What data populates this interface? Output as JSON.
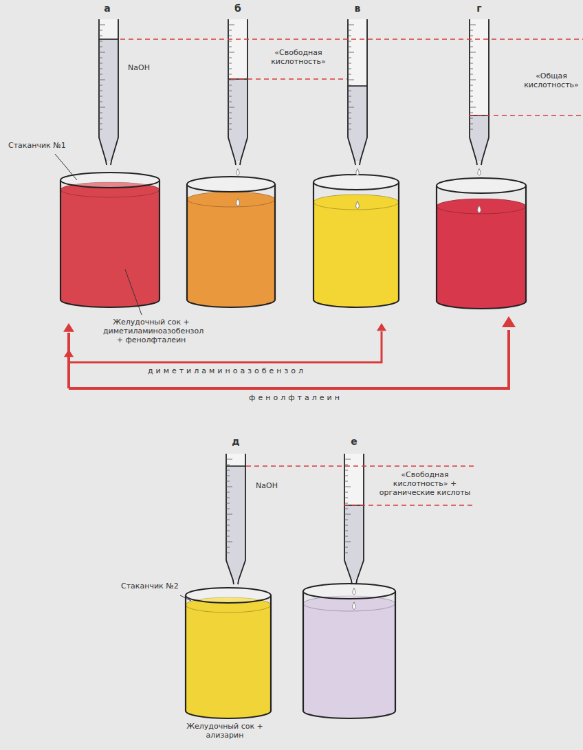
{
  "diagram": {
    "labels": [
      "а",
      "б",
      "в",
      "г",
      "NaOH",
      "«Свободная кислотность»",
      "«Общая кислотность»",
      "Стаканчик №1",
      "Желудочный сок + диметиламиноазобензол + фенолфталеин",
      "диметиламиноазобензол",
      "фенолфталеин",
      "д",
      "е",
      "NaOH",
      "Стаканчик №2",
      "«Свободная кислотность» + органические кислоты",
      "Желудочный сок + ализарин"
    ]
  }
}
